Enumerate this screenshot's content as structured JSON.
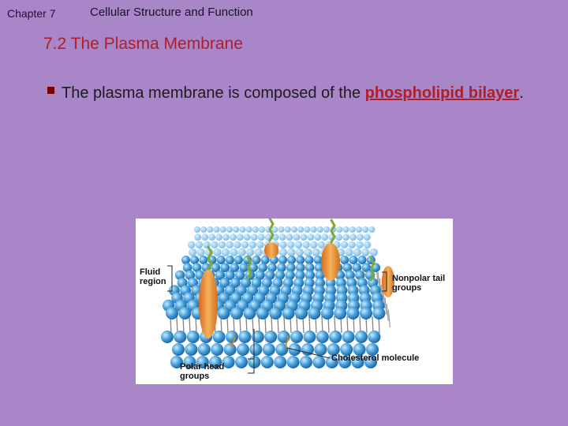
{
  "header": {
    "chapter": "Chapter 7",
    "topic": "Cellular Structure and Function"
  },
  "slide": {
    "title": "7.2 The Plasma Membrane",
    "bullet_text": "The plasma membrane is composed of the",
    "bullet_term": "phospholipid bilayer",
    "bullet_end": "."
  },
  "figure": {
    "labels": {
      "fluid_region_1": "Fluid",
      "fluid_region_2": "region",
      "nonpolar_1": "Nonpolar tail",
      "nonpolar_2": "groups",
      "cholesterol": "Cholesterol molecule",
      "polar_head_1": "Polar head",
      "polar_head_2": "groups"
    }
  },
  "colors": {
    "background": "#a886c8",
    "title": "#b01e2a",
    "head": "#3a92d2",
    "protein": "#e89a3a"
  }
}
